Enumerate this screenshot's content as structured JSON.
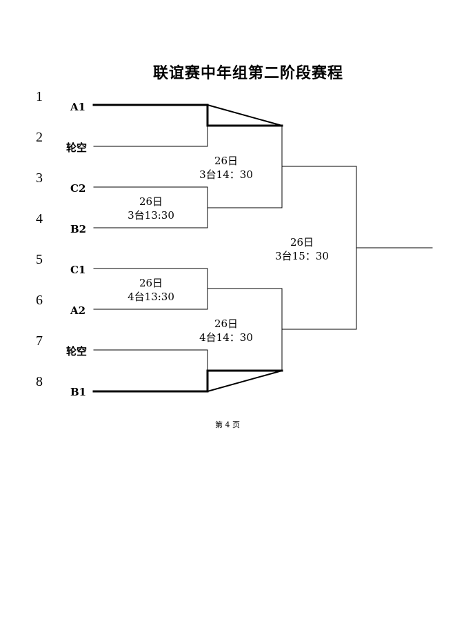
{
  "title": "联谊赛中年组第二阶段赛程",
  "seeds": [
    "1",
    "2",
    "3",
    "4",
    "5",
    "6",
    "7",
    "8"
  ],
  "teams": [
    "A1",
    "轮空",
    "C2",
    "B2",
    "C1",
    "A2",
    "轮空",
    "B1"
  ],
  "matches": {
    "qf_upper": {
      "date": "26日",
      "time": "3台13:30"
    },
    "qf_lower": {
      "date": "26日",
      "time": "4台13:30"
    },
    "sf_upper": {
      "date": "26日",
      "time": "3台14：30"
    },
    "sf_lower": {
      "date": "26日",
      "time": "4台14：30"
    },
    "final": {
      "date": "26日",
      "time": "3台15：30"
    }
  },
  "page_number": "第 4 页"
}
